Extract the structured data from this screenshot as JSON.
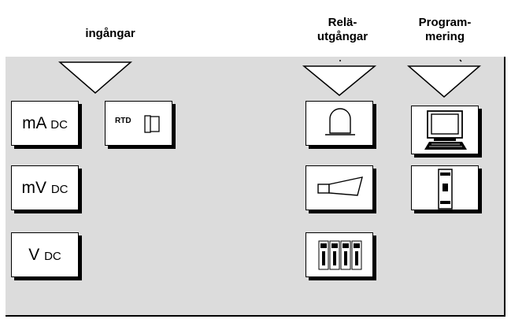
{
  "headers": {
    "inputs": "ingångar",
    "relay_line1": "Relä-",
    "relay_line2": "utgångar",
    "prog_line1": "Program-",
    "prog_line2": "mering"
  },
  "inputs": {
    "ma": {
      "main": "mA",
      "sub": "DC"
    },
    "mv": {
      "main": "mV",
      "sub": "DC"
    },
    "v": {
      "main": "V",
      "sub": "DC"
    },
    "rtd": "RTD"
  },
  "colors": {
    "panel": "#dcdcdc",
    "card": "#ffffff",
    "stroke": "#000000"
  }
}
